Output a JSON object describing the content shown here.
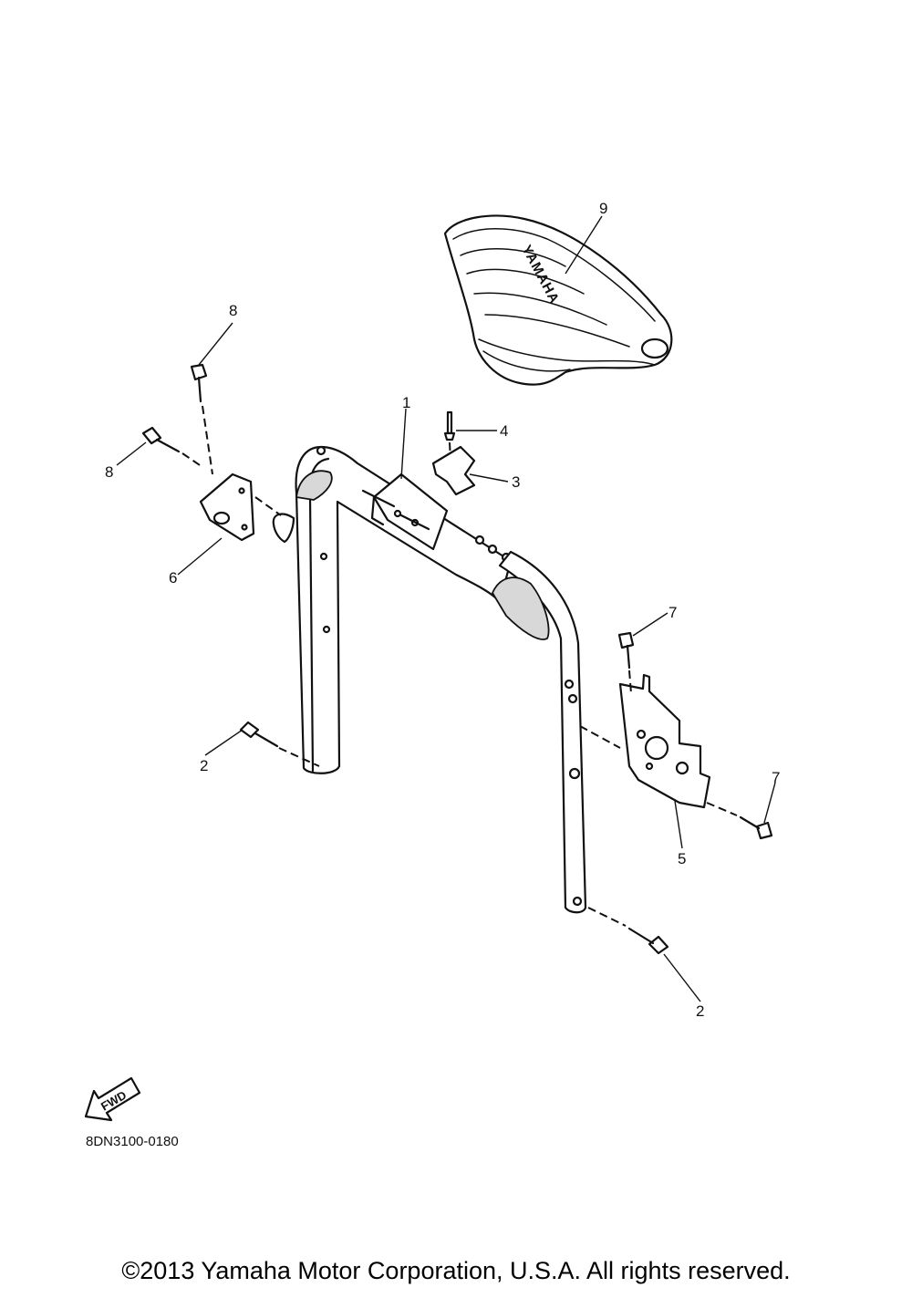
{
  "diagram": {
    "callouts": [
      {
        "id": "c1",
        "label": "1"
      },
      {
        "id": "c2a",
        "label": "2"
      },
      {
        "id": "c2b",
        "label": "2"
      },
      {
        "id": "c3",
        "label": "3"
      },
      {
        "id": "c4",
        "label": "4"
      },
      {
        "id": "c5",
        "label": "5"
      },
      {
        "id": "c6",
        "label": "6"
      },
      {
        "id": "c7a",
        "label": "7"
      },
      {
        "id": "c7b",
        "label": "7"
      },
      {
        "id": "c8a",
        "label": "8"
      },
      {
        "id": "c8b",
        "label": "8"
      },
      {
        "id": "c9",
        "label": "9"
      }
    ],
    "seat_brand": "YAMAHA",
    "fwd_label": "FWD",
    "drawing_code": "8DN3100-0180"
  },
  "footer": {
    "copyright": "©2013 Yamaha Motor Corporation, U.S.A. All rights reserved."
  }
}
